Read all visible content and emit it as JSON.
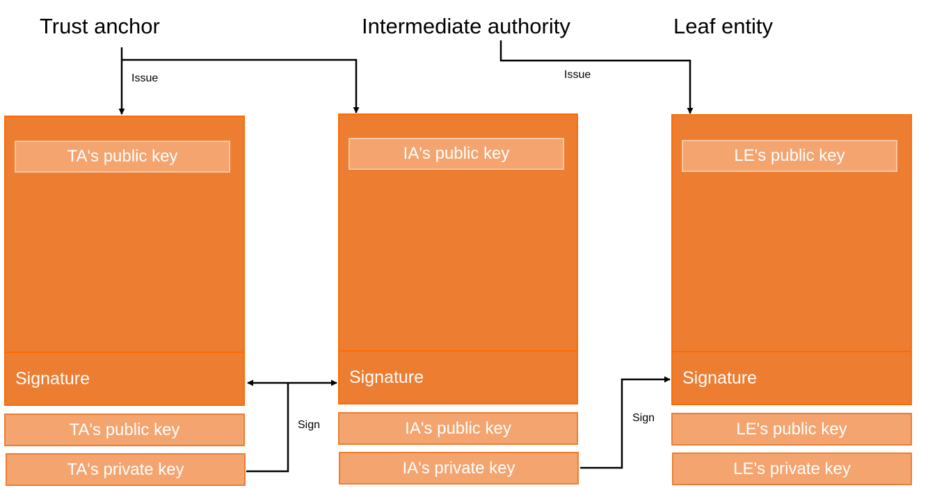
{
  "headings": {
    "trust_anchor": "Trust anchor",
    "intermediate": "Intermediate authority",
    "leaf": "Leaf entity"
  },
  "edges": {
    "issue_1": "Issue",
    "issue_2": "Issue",
    "sign_1": "Sign",
    "sign_2": "Sign"
  },
  "certs": {
    "ta": {
      "public_key": "TA's public key",
      "signature": "Signature"
    },
    "ia": {
      "public_key": "IA's public key",
      "signature": "Signature"
    },
    "le": {
      "public_key": "LE's public key",
      "signature": "Signature"
    }
  },
  "keys": {
    "ta": {
      "public": "TA's public key",
      "private": "TA's private key"
    },
    "ia": {
      "public": "IA's public key",
      "private": "IA's private key"
    },
    "le": {
      "public": "LE's public key",
      "private": "LE's private key"
    }
  },
  "colors": {
    "cert_fill": "#ed7d31",
    "cert_border": "#ff6a00",
    "key_fill": "#f4a46e",
    "arrow": "#000000"
  }
}
